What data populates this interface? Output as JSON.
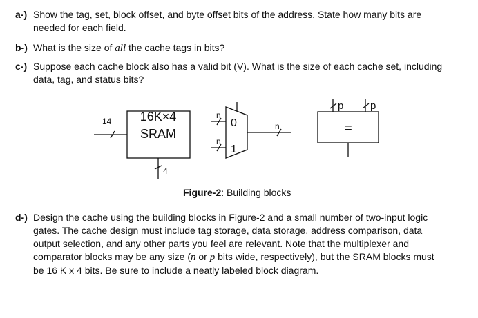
{
  "questions": {
    "a": {
      "label": "a-)",
      "line1": "Show the tag, set, block offset, and byte offset bits of the address. State how many bits are",
      "line2": "needed for each field."
    },
    "b": {
      "label": "b-)",
      "line1_pre": "What is the size of ",
      "line1_em": "all",
      "line1_post": " the cache tags in bits?"
    },
    "c": {
      "label": "c-)",
      "line1": "Suppose each cache block also has a valid bit (V). What is the size of each cache set, including",
      "line2": "data, tag, and status bits?"
    },
    "d": {
      "label": "d-)",
      "line1": "Design the cache using the building blocks in Figure-2 and a small number of two-input logic",
      "line2": "gates. The cache design must include tag storage, data storage, address comparison, data",
      "line3": "output selection, and any other parts you feel are relevant. Note that the multiplexer and",
      "line4_pre": "comparator blocks may be any size (",
      "line4_n": "n",
      "line4_mid": " or ",
      "line4_p": "p",
      "line4_post": " bits wide, respectively), but the SRAM blocks must",
      "line5": "be 16 K x 4 bits. Be sure to include a neatly labeled block diagram."
    }
  },
  "figure": {
    "sram_line1": "16K×4",
    "sram_line2": "SRAM",
    "addr_width": "14",
    "data_width": "4",
    "mux_in_width": "n",
    "mux_in0": "0",
    "mux_in1": "1",
    "mux_out_width": "n",
    "cmp_width": "p",
    "cmp_symbol": "=",
    "caption_bold": "Figure-2",
    "caption_text": ": Building blocks"
  }
}
